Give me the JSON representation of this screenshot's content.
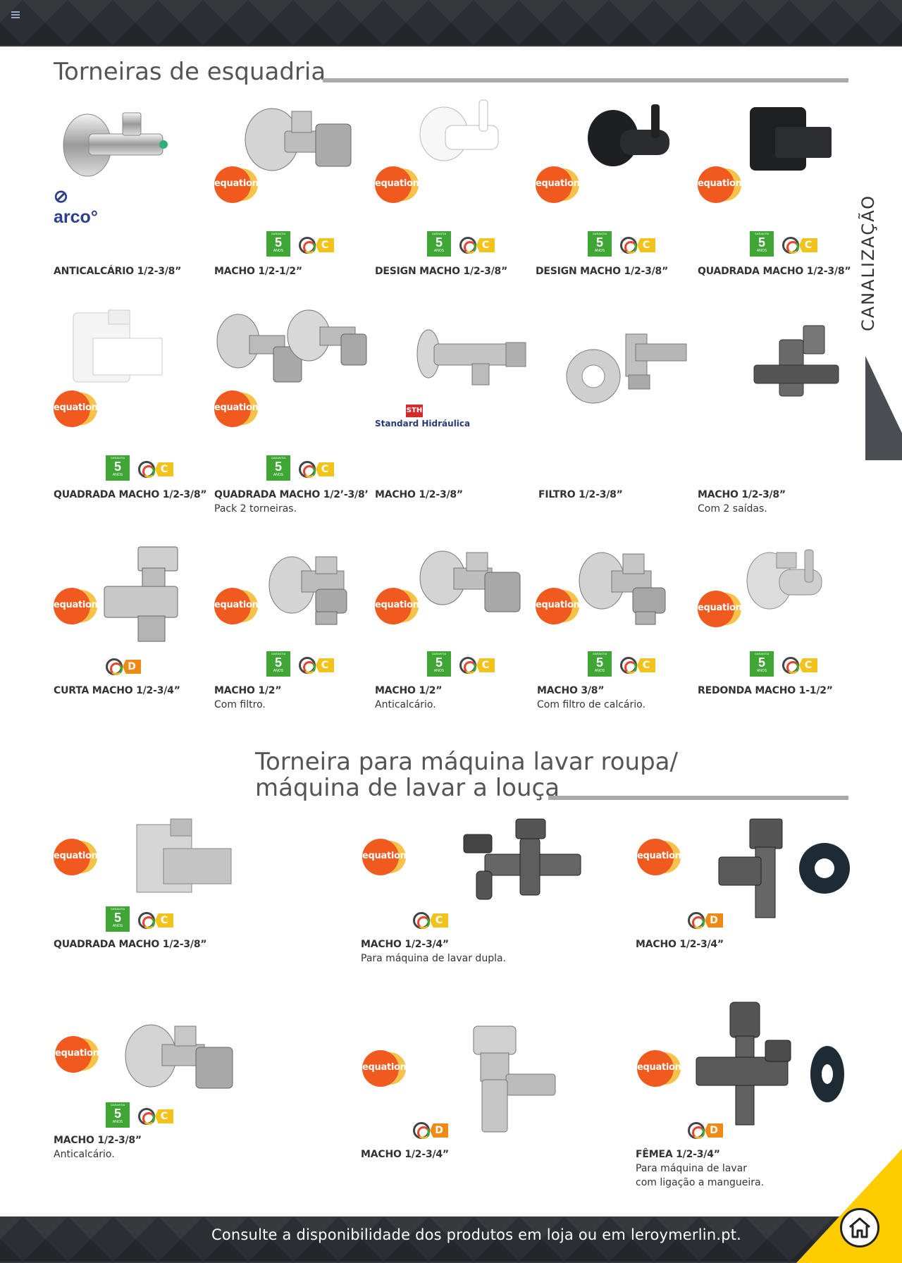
{
  "side_label": "CANALIZAÇÃO",
  "footer_text": "Consulte a disponibilidade dos produtos em loja ou em leroymerlin.pt.",
  "badge": {
    "equation": "equation",
    "garantia_top": "GARANTIA",
    "garantia_years": "5",
    "garantia_unit": "ANOS"
  },
  "brand_arco": "arco",
  "brand_sth_logo": "STH",
  "brand_sth": "Standard Hidráulica",
  "section1": {
    "title": "Torneiras de esquadria",
    "products": [
      {
        "name": "ANTICALCÁRIO 1/2-3/8”",
        "desc": "",
        "eco": ""
      },
      {
        "name": "MACHO 1/2-1/2”",
        "desc": "",
        "eco": "C"
      },
      {
        "name": "DESIGN MACHO 1/2-3/8”",
        "desc": "",
        "eco": "C"
      },
      {
        "name": "DESIGN MACHO 1/2-3/8”",
        "desc": "",
        "eco": "C"
      },
      {
        "name": "QUADRADA MACHO 1/2-3/8”",
        "desc": "",
        "eco": "C"
      },
      {
        "name": "QUADRADA MACHO 1/2-3/8”",
        "desc": "",
        "eco": "C"
      },
      {
        "name": "QUADRADA MACHO 1/2’-3/8’",
        "desc": "Pack 2 torneiras.",
        "eco": "C"
      },
      {
        "name": "MACHO 1/2-3/8”",
        "desc": "",
        "eco": ""
      },
      {
        "name": "FILTRO 1/2-3/8”",
        "desc": "",
        "eco": ""
      },
      {
        "name": "MACHO 1/2-3/8”",
        "desc": "Com 2 saídas.",
        "eco": ""
      },
      {
        "name": "CURTA MACHO 1/2-3/4”",
        "desc": "",
        "eco": "D"
      },
      {
        "name": "MACHO 1/2”",
        "desc": "Com filtro.",
        "eco": "C"
      },
      {
        "name": "MACHO 1/2”",
        "desc": "Anticalcário.",
        "eco": "C"
      },
      {
        "name": "MACHO 3/8”",
        "desc": "Com filtro de calcário.",
        "eco": "C"
      },
      {
        "name": "REDONDA MACHO 1-1/2”",
        "desc": "",
        "eco": "C"
      }
    ]
  },
  "section2": {
    "title_line1": "Torneira para máquina lavar roupa/",
    "title_line2": "máquina de lavar a louça",
    "products": [
      {
        "name": "QUADRADA MACHO 1/2-3/8”",
        "desc": "",
        "eco": "C"
      },
      {
        "name": "MACHO 1/2-3/4”",
        "desc": "Para máquina de lavar dupla.",
        "eco": "C"
      },
      {
        "name": "MACHO 1/2-3/4”",
        "desc": "",
        "eco": "D"
      },
      {
        "name": "MACHO 1/2-3/8”",
        "desc": "Anticalcário.",
        "eco": "C"
      },
      {
        "name": "MACHO 1/2-3/4”",
        "desc": "",
        "eco": "D"
      },
      {
        "name": "FÊMEA 1/2-3/4”",
        "desc": "Para máquina de lavar",
        "desc2": "com ligação a mangueira.",
        "eco": "D"
      }
    ]
  }
}
